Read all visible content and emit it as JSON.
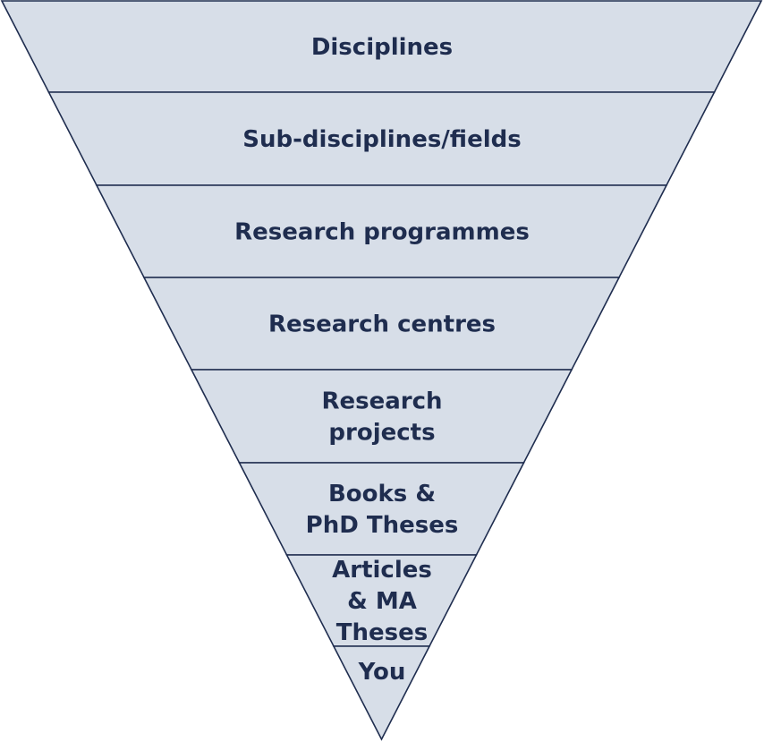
{
  "funnel": {
    "colors": {
      "fill": "#d7dee8",
      "stroke": "#1f2d4f",
      "text": "#1f2d4f"
    },
    "levels": [
      {
        "lines": [
          "Disciplines"
        ]
      },
      {
        "lines": [
          "Sub-disciplines/fields"
        ]
      },
      {
        "lines": [
          "Research programmes"
        ]
      },
      {
        "lines": [
          "Research centres"
        ]
      },
      {
        "lines": [
          "Research",
          "projects"
        ]
      },
      {
        "lines": [
          "Books &",
          "PhD Theses"
        ]
      },
      {
        "lines": [
          "Articles",
          "& MA",
          "Theses"
        ]
      },
      {
        "lines": [
          "You"
        ]
      }
    ]
  }
}
